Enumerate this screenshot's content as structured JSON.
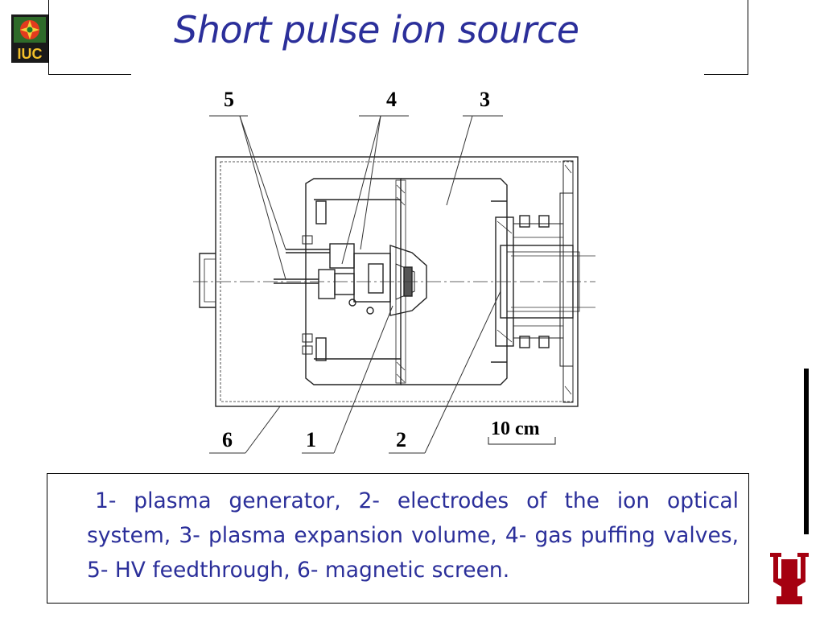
{
  "slide": {
    "title": "Short pulse ion source",
    "caption": "1- plasma generator, 2- electrodes of the ion optical system, 3- plasma expansion volume, 4- gas puffing valves, 5- HV feedthrough, 6- magnetic screen."
  },
  "logos": {
    "iuc_text": "IUC",
    "iuc_icon": "iuc-cyclotron-icon",
    "iu_icon": "indiana-university-trident-icon"
  },
  "diagram": {
    "labels": {
      "l1": "1",
      "l2": "2",
      "l3": "3",
      "l4": "4",
      "l5": "5",
      "l6": "6"
    },
    "scale_bar": "10 cm"
  },
  "colors": {
    "title_text": "#2b2f9a",
    "caption_text": "#2b2f9a",
    "iu_crimson": "#a50010"
  }
}
